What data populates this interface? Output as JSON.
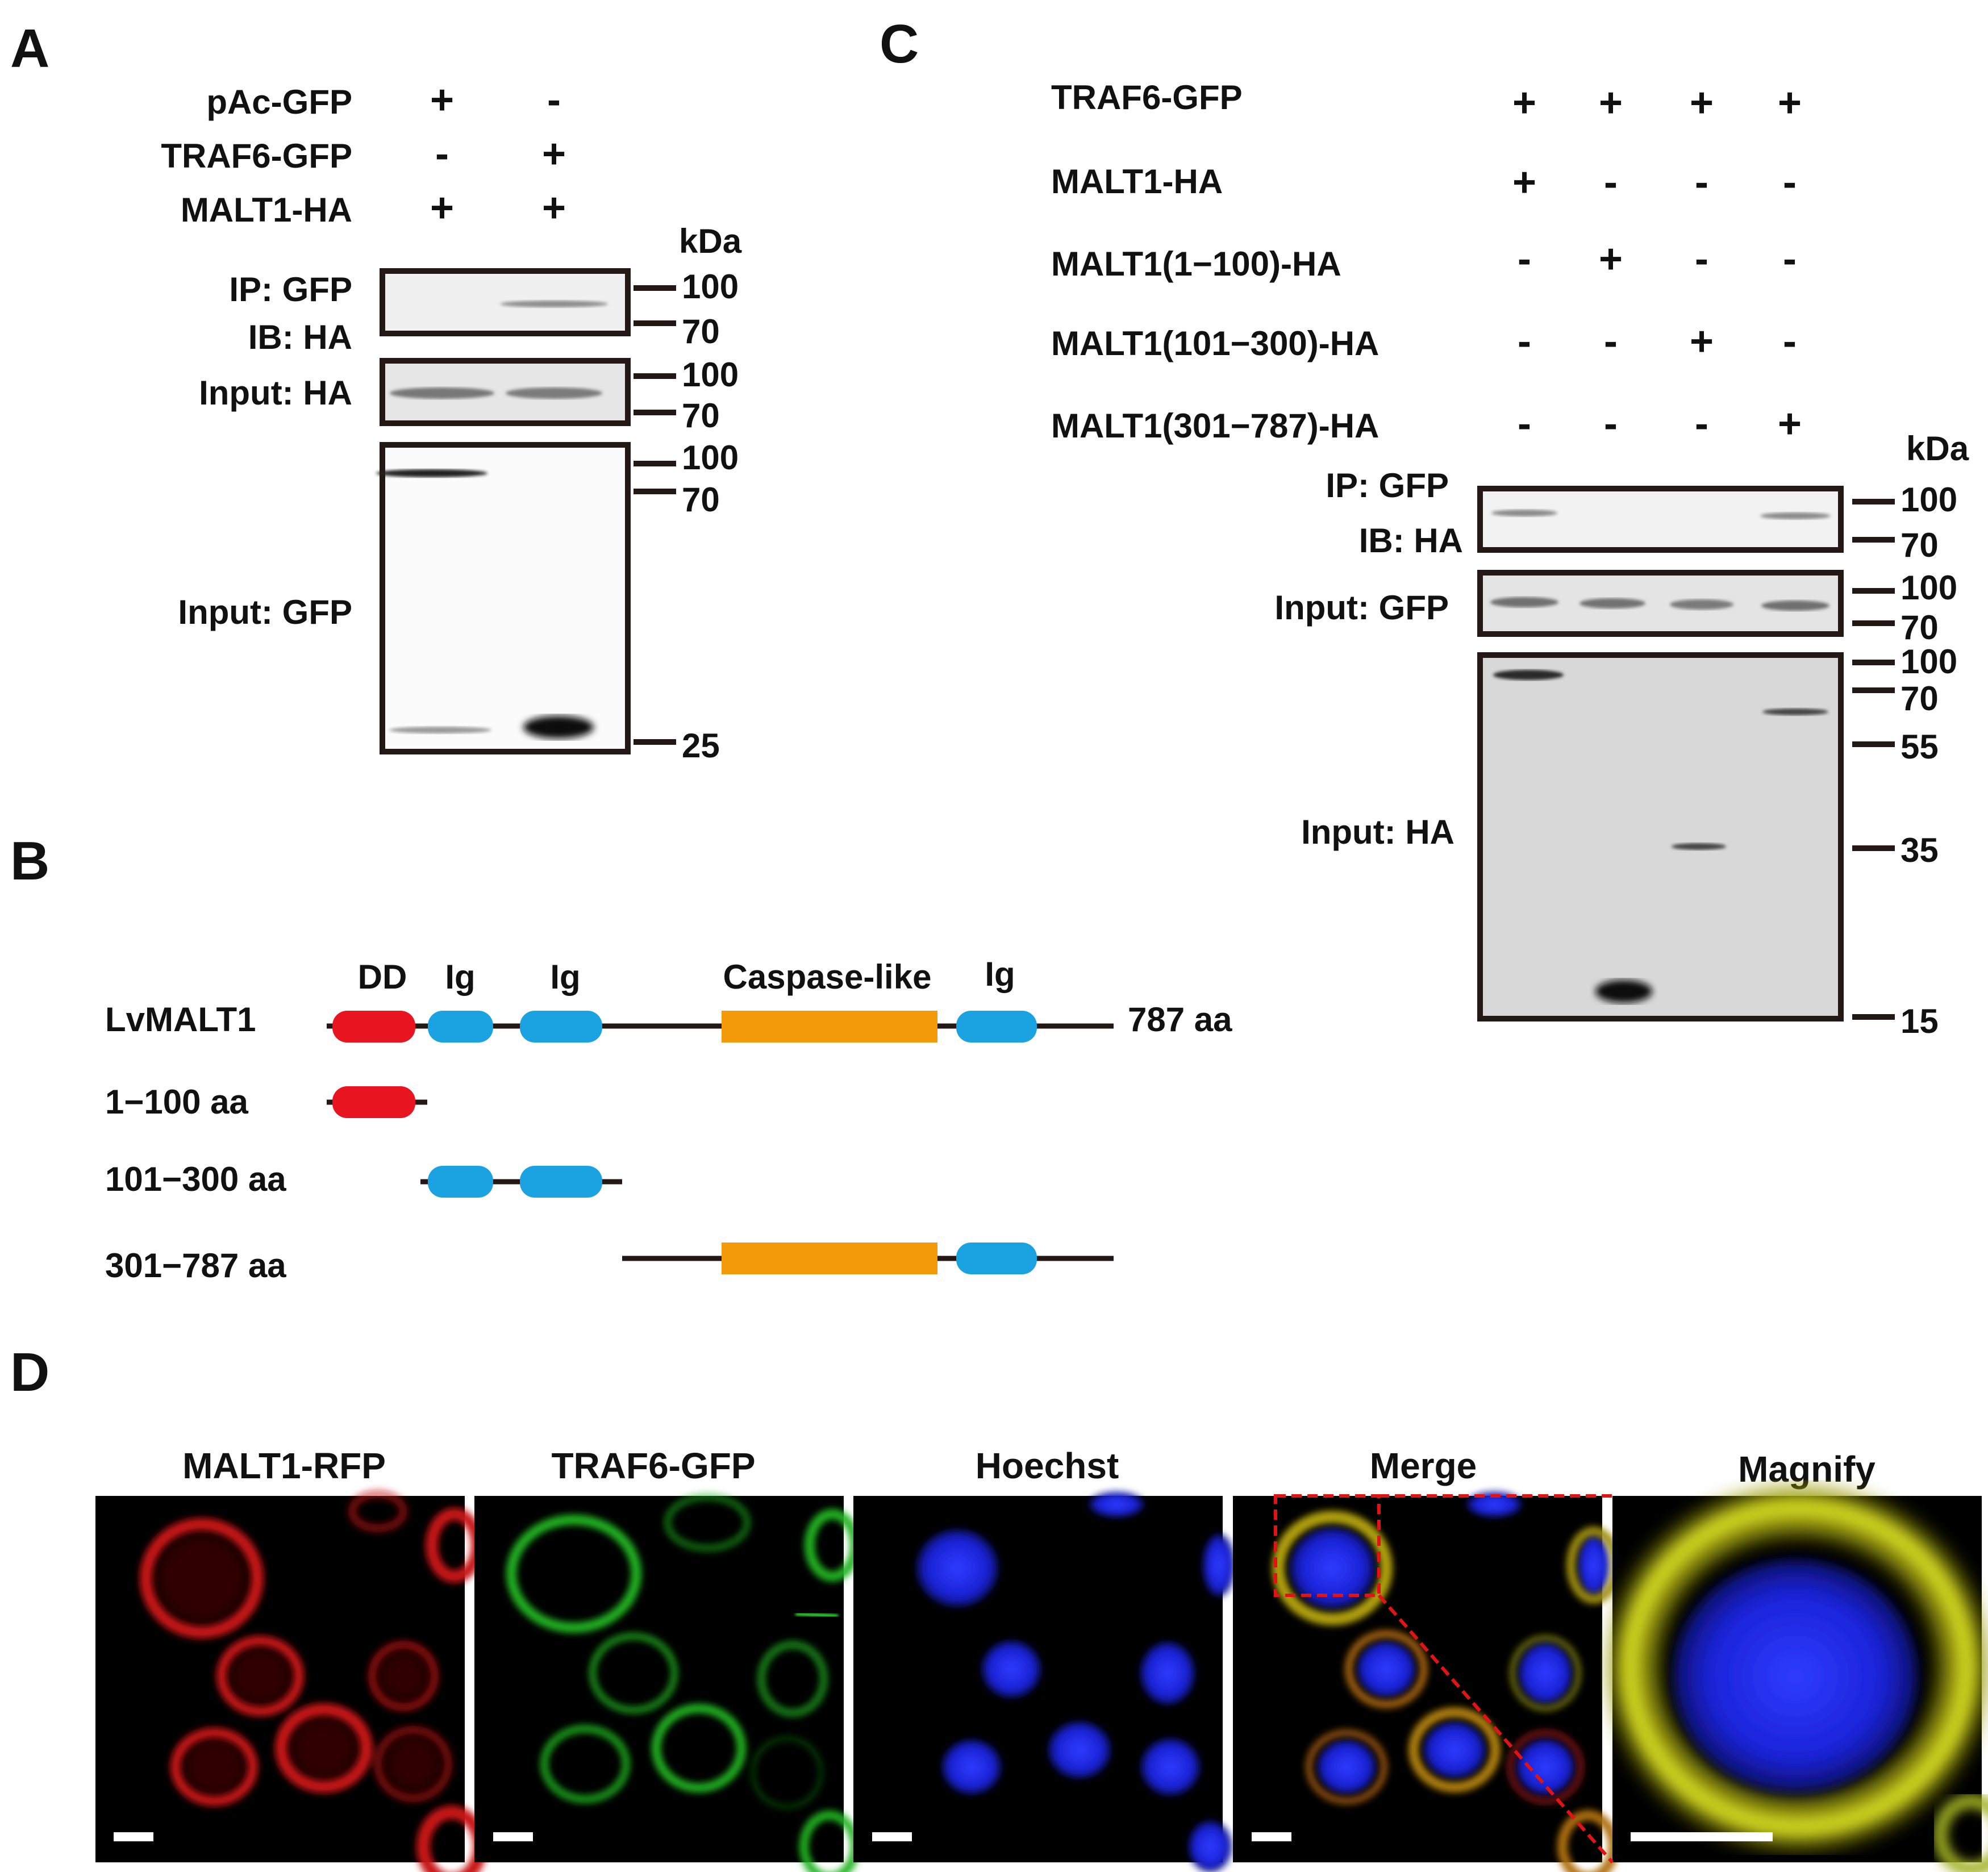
{
  "panels": {
    "A": {
      "letter": "A",
      "conditions": [
        {
          "label": "pAc-GFP",
          "marks": [
            "+",
            "-"
          ]
        },
        {
          "label": "TRAF6-GFP",
          "marks": [
            "-",
            "+"
          ]
        },
        {
          "label": "MALT1-HA",
          "marks": [
            "+",
            "+"
          ]
        }
      ],
      "kda": "kDa",
      "blots": [
        {
          "label_lines": [
            "IP: GFP",
            "IB: HA"
          ],
          "markers": [
            "100",
            "70"
          ]
        },
        {
          "label_lines": [
            "Input: HA"
          ],
          "markers": [
            "100",
            "70"
          ]
        },
        {
          "label_lines": [
            "Input: GFP"
          ],
          "markers": [
            "100",
            "70",
            "25"
          ]
        }
      ]
    },
    "B": {
      "letter": "B",
      "domain_labels": [
        "DD",
        "Ig",
        "Ig",
        "Caspase-like",
        "Ig"
      ],
      "constructs": [
        {
          "label": "LvMALT1",
          "suffix": "787 aa"
        },
        {
          "label": "1−100 aa",
          "suffix": ""
        },
        {
          "label": "101−300 aa",
          "suffix": ""
        },
        {
          "label": "301−787 aa",
          "suffix": ""
        }
      ],
      "colors": {
        "DD": "#e8141f",
        "Ig": "#1aa3e0",
        "Caspase-like": "#f39a0b",
        "line": "#231815"
      }
    },
    "C": {
      "letter": "C",
      "conditions": [
        {
          "label": "TRAF6-GFP",
          "marks": [
            "+",
            "+",
            "+",
            "+"
          ]
        },
        {
          "label": "MALT1-HA",
          "marks": [
            "+",
            "-",
            "-",
            "-"
          ]
        },
        {
          "label": "MALT1(1−100)-HA",
          "marks": [
            "-",
            "+",
            "-",
            "-"
          ]
        },
        {
          "label": "MALT1(101−300)-HA",
          "marks": [
            "-",
            "-",
            "+",
            "-"
          ]
        },
        {
          "label": "MALT1(301−787)-HA",
          "marks": [
            "-",
            "-",
            "-",
            "+"
          ]
        }
      ],
      "kda": "kDa",
      "blots": [
        {
          "label_lines": [
            "IP: GFP",
            "IB: HA"
          ],
          "markers": [
            "100",
            "70"
          ]
        },
        {
          "label_lines": [
            "Input: GFP"
          ],
          "markers": [
            "100",
            "70"
          ]
        },
        {
          "label_lines": [
            "Input: HA"
          ],
          "markers": [
            "100",
            "70",
            "55",
            "35",
            "15"
          ]
        }
      ]
    },
    "D": {
      "letter": "D",
      "images": [
        {
          "title": "MALT1-RFP",
          "channel": "red"
        },
        {
          "title": "TRAF6-GFP",
          "channel": "green"
        },
        {
          "title": "Hoechst",
          "channel": "blue"
        },
        {
          "title": "Merge",
          "channel": "merge"
        },
        {
          "title": "Magnify",
          "channel": "magnify"
        }
      ]
    }
  }
}
